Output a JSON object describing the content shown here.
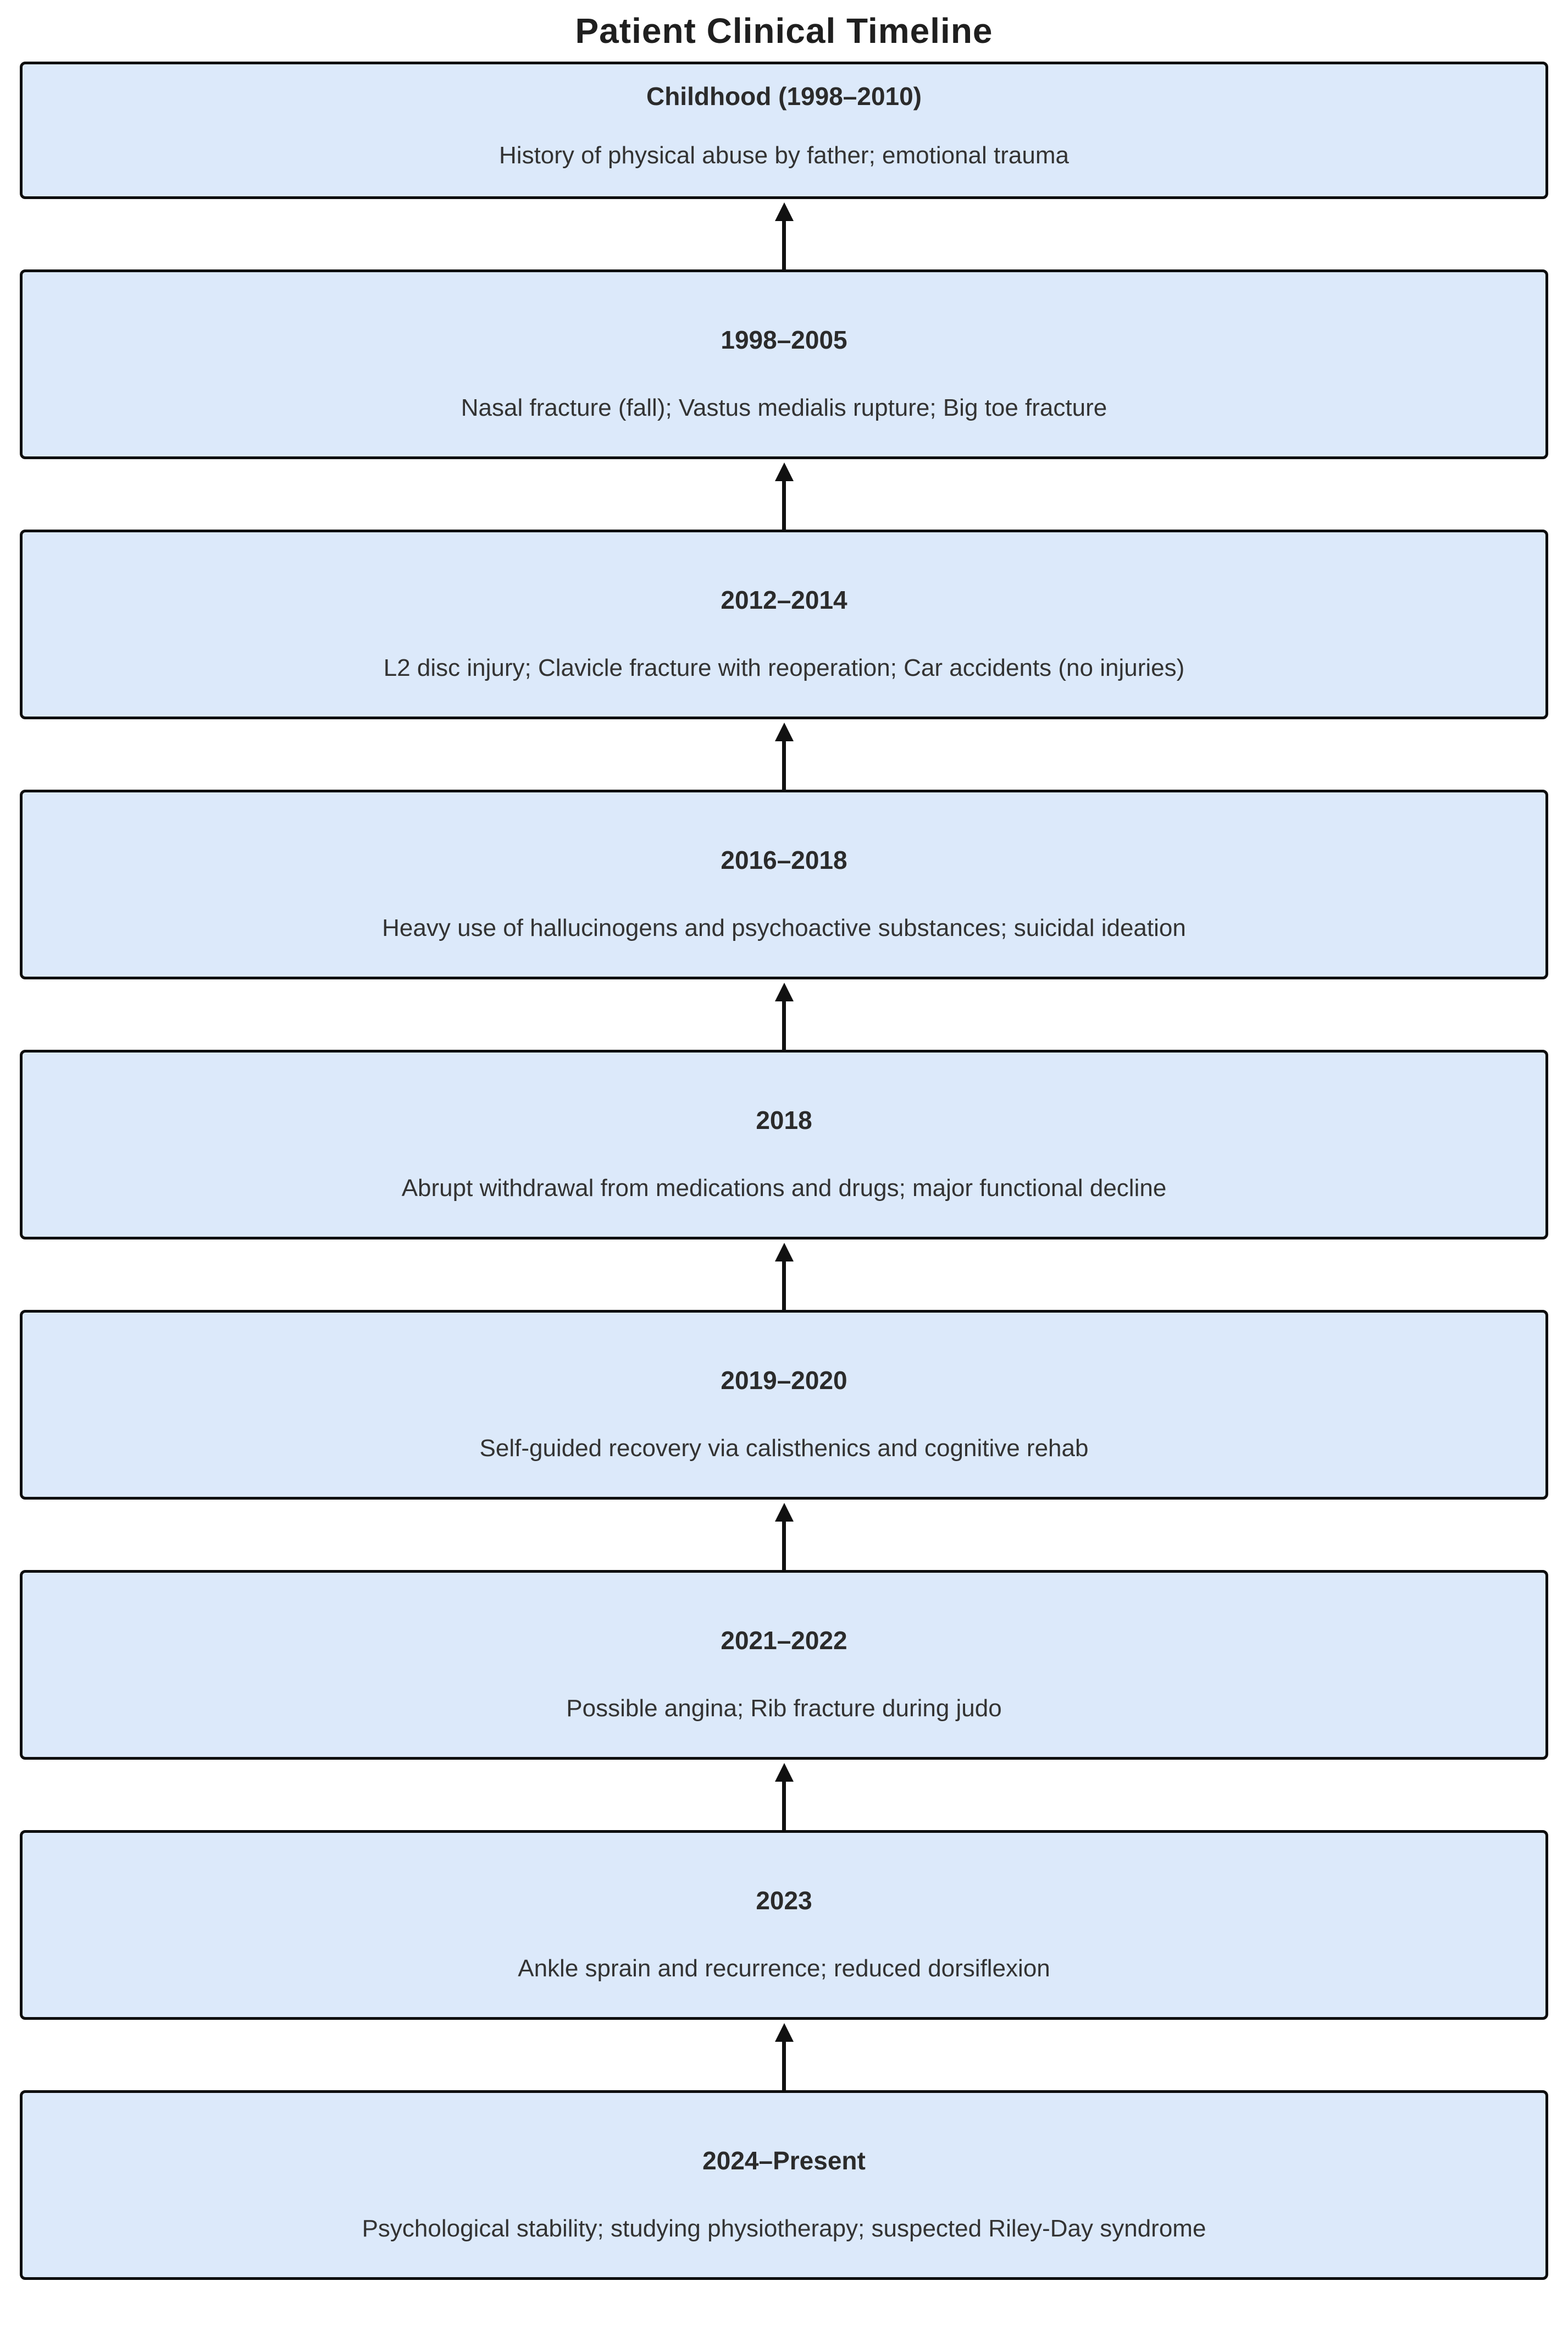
{
  "title": "Patient Clinical Timeline",
  "colors": {
    "background": "#ffffff",
    "box_fill": "#dce9fa",
    "box_border": "#0d0d0d",
    "arrow": "#111111",
    "text": "#333333"
  },
  "timeline": [
    {
      "period": "Childhood (1998–2010)",
      "description": "History of physical abuse by father; emotional trauma"
    },
    {
      "period": "1998–2005",
      "description": "Nasal fracture (fall); Vastus medialis rupture; Big toe fracture"
    },
    {
      "period": "2012–2014",
      "description": "L2 disc injury; Clavicle fracture with reoperation; Car accidents (no injuries)"
    },
    {
      "period": "2016–2018",
      "description": "Heavy use of hallucinogens and psychoactive substances; suicidal ideation"
    },
    {
      "period": "2018",
      "description": "Abrupt withdrawal from medications and drugs; major functional decline"
    },
    {
      "period": "2019–2020",
      "description": "Self-guided recovery via calisthenics and cognitive rehab"
    },
    {
      "period": "2021–2022",
      "description": "Possible angina; Rib fracture during judo"
    },
    {
      "period": "2023",
      "description": "Ankle sprain and recurrence; reduced dorsiflexion"
    },
    {
      "period": "2024–Present",
      "description": "Psychological stability; studying physiotherapy; suspected Riley-Day syndrome"
    }
  ]
}
